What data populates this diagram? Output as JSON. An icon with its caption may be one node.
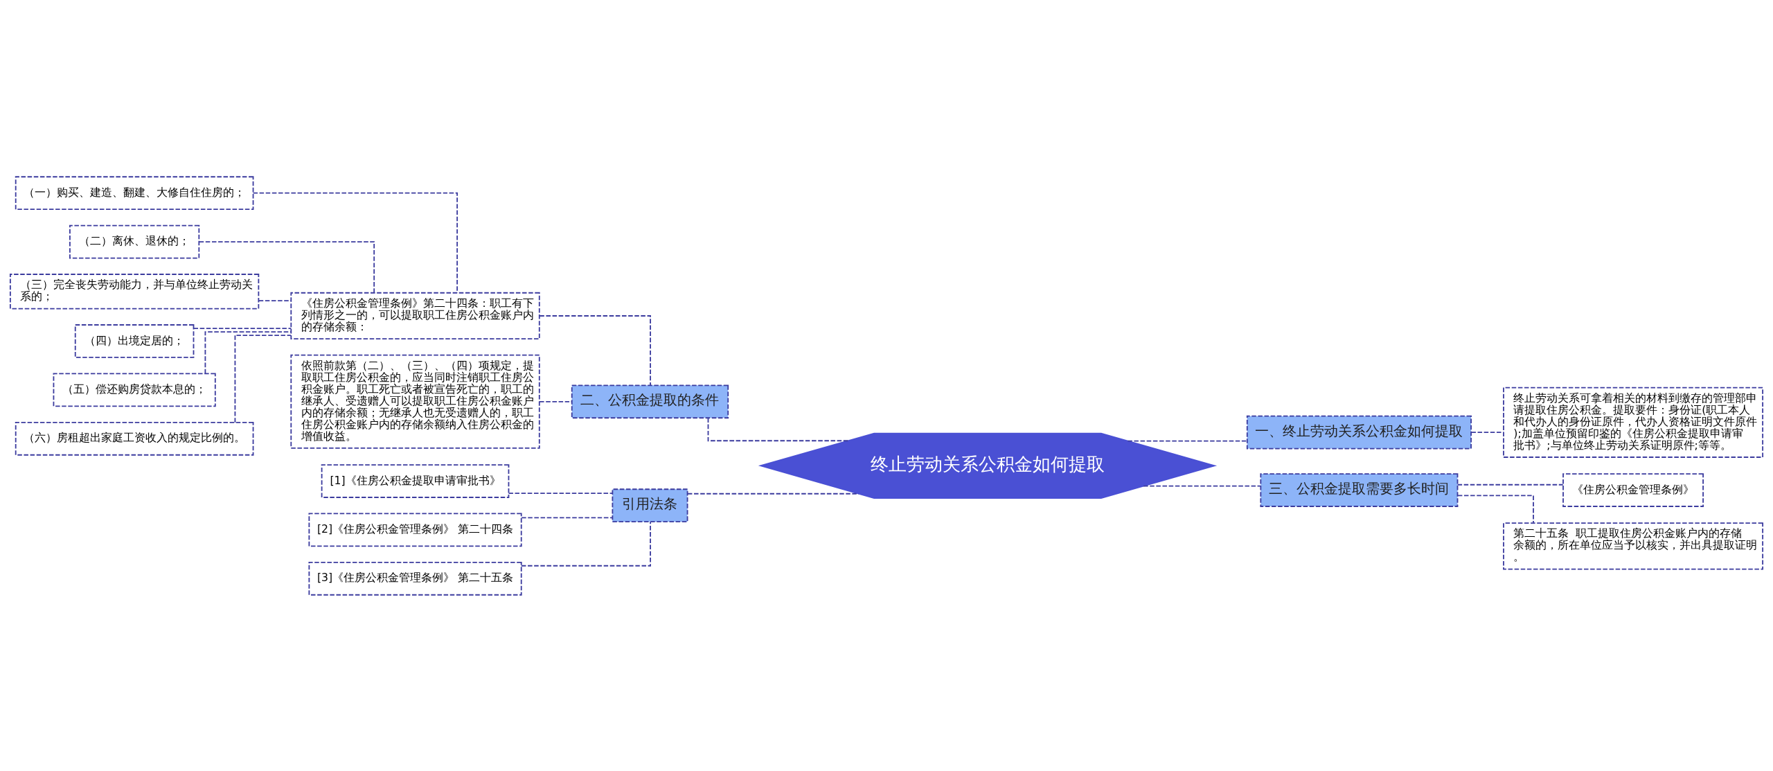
{
  "diagram": {
    "nodes": [
      {
        "text": [
          "终止劳动关系公积金如何提取"
        ]
      },
      {
        "text": [
          "二、公积金提取的条件"
        ]
      },
      {
        "text": [
          "《住房公积金管理条例》第二十四条：职工有下列情形之一的，可以提取职工住房公积金账户内的存储余额："
        ]
      },
      {
        "text": [
          "（一）购买、建造、翻建、大修自住住房的；"
        ]
      },
      {
        "text": [
          "（二）离休、退休的；"
        ]
      },
      {
        "text": [
          "（三）完全丧失劳动能力，并与单位终止劳动关系的；"
        ]
      },
      {
        "text": [
          "（四）出境定居的；"
        ]
      },
      {
        "text": [
          "（五）偿还购房贷款本息的；"
        ]
      },
      {
        "text": [
          "（六）房租超出家庭工资收入的规定比例的。"
        ]
      },
      {
        "text": [
          "依照前款第（二）、（三）、（四）项规定，提取职工住房公积金的，应当同时注销职工住房公积金账户。职工死亡或者被宣告死亡的，职工的继承人、受遗赠人可以提取职工住房公积金账户内的存储余额；无继承人也无受遗赠人的，职工住房公积金账户内的存储余额纳入住房公积金的增值收益。"
        ]
      },
      {
        "text": [
          "引用法条"
        ]
      },
      {
        "text": [
          "[1]《住房公积金提取申请审批书》"
        ]
      },
      {
        "text": [
          "[2]《住房公积金管理条例》 第二十四条"
        ]
      },
      {
        "text": [
          "[3]《住房公积金管理条例》 第二十五条"
        ]
      },
      {
        "text": [
          "一、终止劳动关系公积金如何提取"
        ]
      },
      {
        "text": [
          "终止劳动关系可拿着相关的材料到缴存的管理部申请提取住房公积金。提取要件：身份证(职工本人和代办人的身份证原件，代办人资格证明文件原件);加盖单位预留印鉴的《住房公积金提取申请审批书》;与单位终止劳动关系证明原件;等等。"
        ]
      },
      {
        "text": [
          "三、公积金提取需要多长时间"
        ]
      },
      {
        "text": [
          "《住房公积金管理条例》"
        ]
      },
      {
        "text": [
          "第二十五条  职工提取住房公积金账户内的存储余额的，所在单位应当予以核实，并出具提取证明。"
        ]
      }
    ],
    "edges": [
      {
        "from": 0,
        "to": 1,
        "arrow": "none"
      },
      {
        "from": 1,
        "to": 2,
        "arrow": "none"
      },
      {
        "from": 2,
        "to": 3,
        "arrow": "none"
      },
      {
        "from": 2,
        "to": 4,
        "arrow": "none"
      },
      {
        "from": 2,
        "to": 5,
        "arrow": "none"
      },
      {
        "from": 2,
        "to": 6,
        "arrow": "none"
      },
      {
        "from": 2,
        "to": 7,
        "arrow": "none"
      },
      {
        "from": 2,
        "to": 8,
        "arrow": "none"
      },
      {
        "from": 1,
        "to": 9,
        "arrow": "none"
      },
      {
        "from": 0,
        "to": 10,
        "arrow": "none"
      },
      {
        "from": 10,
        "to": 11,
        "arrow": "none"
      },
      {
        "from": 10,
        "to": 12,
        "arrow": "none"
      },
      {
        "from": 10,
        "to": 13,
        "arrow": "none"
      },
      {
        "from": 0,
        "to": 14,
        "arrow": "none"
      },
      {
        "from": 14,
        "to": 15,
        "arrow": "none"
      },
      {
        "from": 0,
        "to": 16,
        "arrow": "none"
      },
      {
        "from": 16,
        "to": 17,
        "arrow": "none"
      },
      {
        "from": 16,
        "to": 18,
        "arrow": "none"
      }
    ]
  }
}
